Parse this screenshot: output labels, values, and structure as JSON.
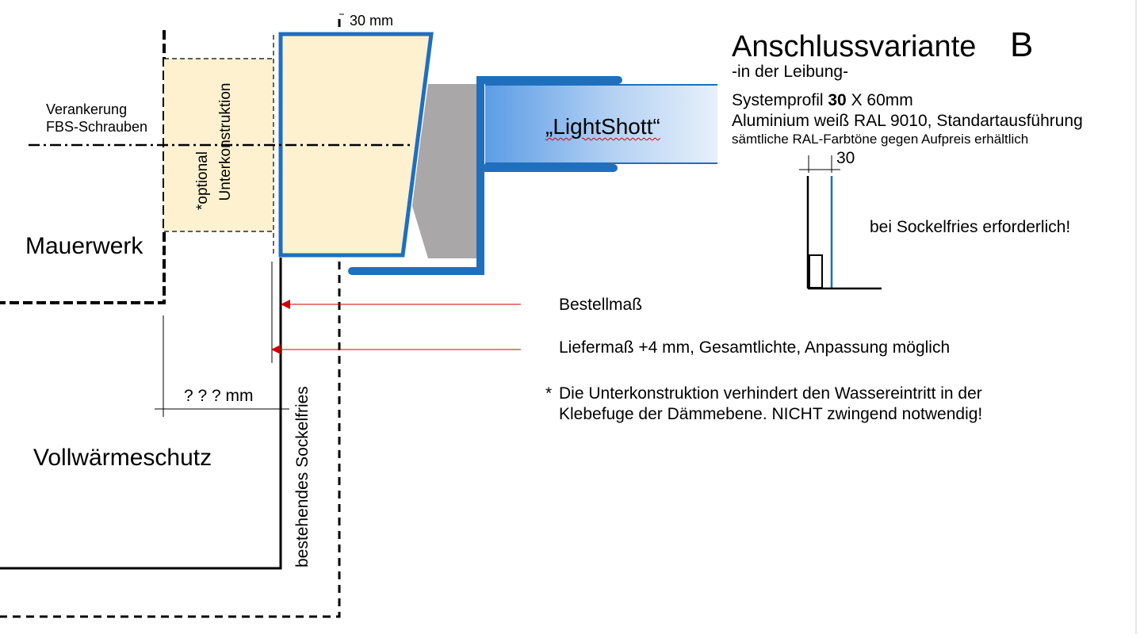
{
  "dimension_top": "30 mm",
  "title": {
    "main": "Anschlussvariante",
    "variant": "B",
    "subtitle": "-in der Leibung-"
  },
  "system_profile": {
    "prefix": "Systemprofil ",
    "bold": "30",
    "suffix": " X 60mm",
    "line2": "Aluminium weiß RAL 9010, Standartausführung",
    "line3": "sämtliche RAL-Farbtöne gegen Aufpreis erhältlich"
  },
  "small_profile": {
    "dimension": "30",
    "note": "bei Sockelfries erforderlich!"
  },
  "labels": {
    "anchoring_line1": "Verankerung",
    "anchoring_line2": "FBS-Schrauben",
    "substructure_line1": "Unterkonstruktion",
    "substructure_line2": "*optional",
    "masonry": "Mauerwerk",
    "insulation": "Vollwärmeschutz",
    "unknown_dimension": "? ? ? mm",
    "existing_plinth": "bestehendes Sockelfries",
    "product": "„LightShott“"
  },
  "measures": {
    "order": "Bestellmaß",
    "delivery": "Liefermaß +4 mm, Gesamtlichte, Anpassung möglich"
  },
  "footnote": {
    "marker": "*",
    "line1": "Die Unterkonstruktion verhindert den Wassereintritt in der",
    "line2": "Klebefuge der Dämmebene. NICHT zwingend notwendig!"
  },
  "colors": {
    "profile_blue": "#1f6fbf",
    "substructure_fill": "#fdf1d0",
    "gasket_gray": "#a9a7a8",
    "arrow_red": "#d00000"
  }
}
